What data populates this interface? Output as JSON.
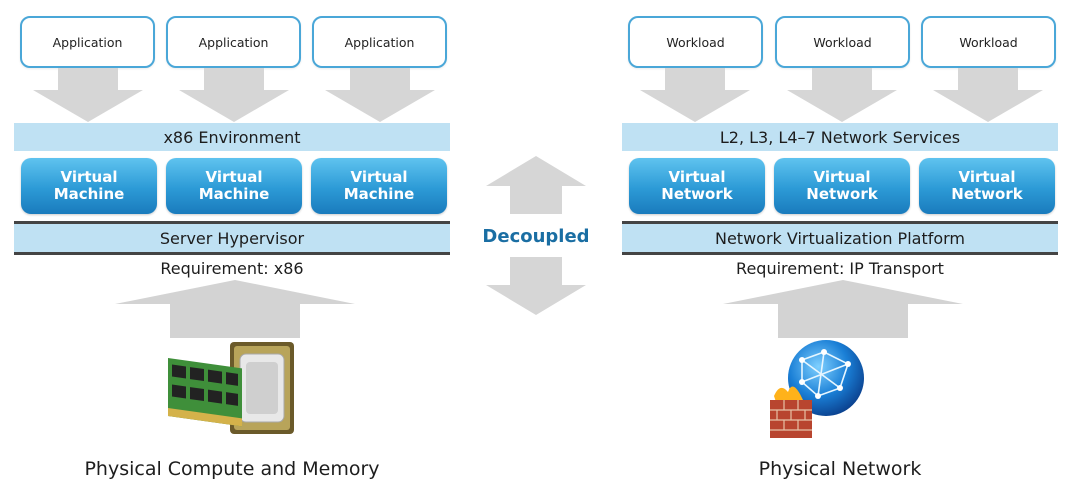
{
  "left": {
    "top_boxes": [
      "Application",
      "Application",
      "Application"
    ],
    "band_label": "x86 Environment",
    "vboxes": [
      {
        "line1": "Virtual",
        "line2": "Machine"
      },
      {
        "line1": "Virtual",
        "line2": "Machine"
      },
      {
        "line1": "Virtual",
        "line2": "Machine"
      }
    ],
    "platform_label": "Server Hypervisor",
    "requirement": "Requirement: x86",
    "caption": "Physical Compute and Memory"
  },
  "center": {
    "label": "Decoupled"
  },
  "right": {
    "top_boxes": [
      "Workload",
      "Workload",
      "Workload"
    ],
    "band_label": "L2, L3, L4–7 Network Services",
    "vboxes": [
      {
        "line1": "Virtual",
        "line2": "Network"
      },
      {
        "line1": "Virtual",
        "line2": "Network"
      },
      {
        "line1": "Virtual",
        "line2": "Network"
      }
    ],
    "platform_label": "Network Virtualization Platform",
    "requirement": "Requirement: IP Transport",
    "caption": "Physical Network"
  },
  "colors": {
    "band": "#bfe1f3",
    "box_border": "#4aa7d8",
    "virtual_top": "#5fc3ef",
    "virtual_bottom": "#1a7bbd",
    "arrow_gray": "#d3d3d3",
    "decoupled_text": "#1a6ea3"
  },
  "icons": {
    "left_image": "memory-cpu-icon",
    "right_image": "network-globe-firewall-icon"
  }
}
